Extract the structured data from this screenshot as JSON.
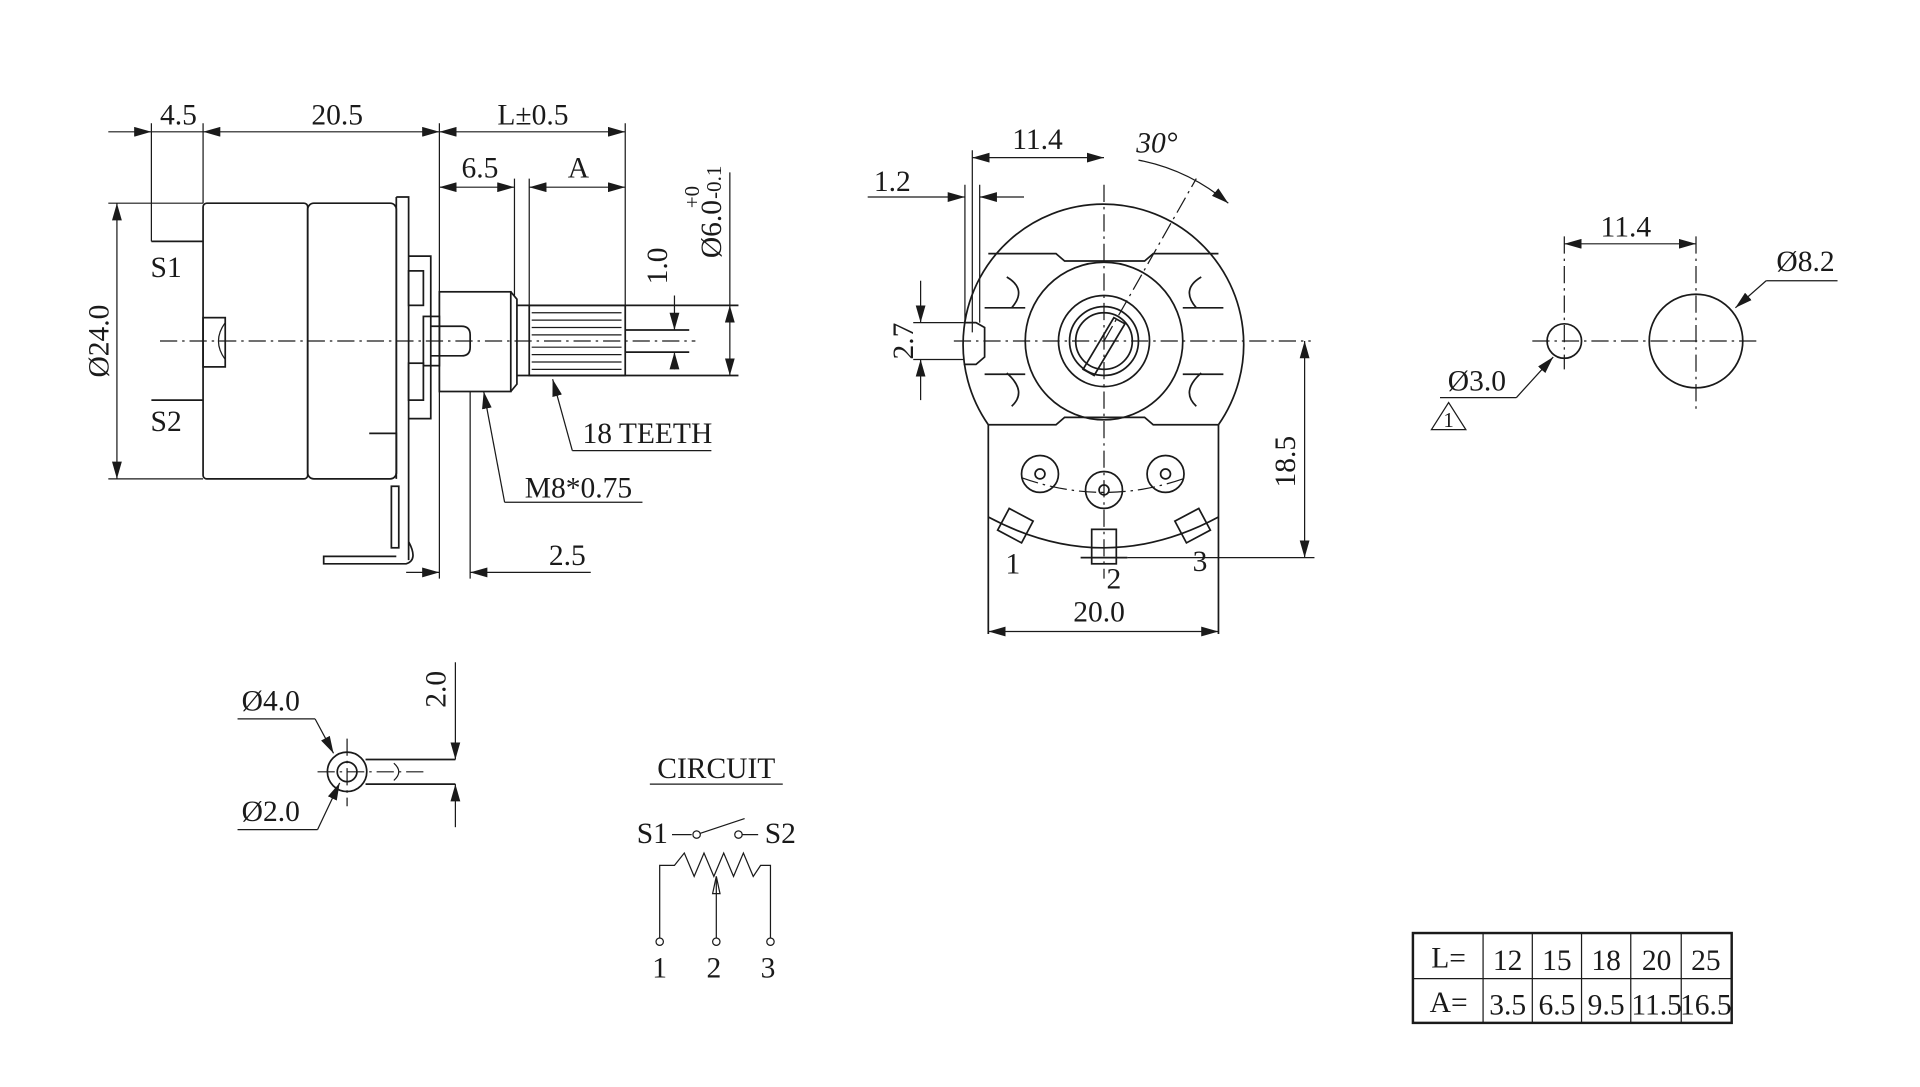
{
  "side_view": {
    "dim_4_5": "4.5",
    "dim_20_5": "20.5",
    "dim_L": "L±0.5",
    "dim_6_5": "6.5",
    "dim_A": "A",
    "dim_dia24": "Ø24.0",
    "dim_1_0": "1.0",
    "dim_dia6": "Ø6.0",
    "dim_dia6_tol_upper": "+0",
    "dim_dia6_tol_lower": "-0.1",
    "label_s1": "S1",
    "label_s2": "S2",
    "teeth": "18 TEETH",
    "thread": "M8*0.75",
    "dim_2_5": "2.5"
  },
  "front_view": {
    "dim_11_4": "11.4",
    "angle": "30°",
    "dim_1_2": "1.2",
    "dim_2_7": "2.7",
    "dim_18_5": "18.5",
    "dim_20_0": "20.0",
    "pin_1": "1",
    "pin_2": "2",
    "pin_3": "3"
  },
  "panel_cutout": {
    "dim_11_4": "11.4",
    "dim_dia8_2": "Ø8.2",
    "dim_dia3_0": "Ø3.0",
    "note_mark": "1"
  },
  "lug_detail": {
    "dim_dia4": "Ø4.0",
    "dim_dia2": "Ø2.0",
    "dim_2_0": "2.0"
  },
  "circuit": {
    "title": "CIRCUIT",
    "s1": "S1",
    "s2": "S2",
    "pins": [
      "1",
      "2",
      "3"
    ]
  },
  "length_table": {
    "row_L": {
      "label": "L=",
      "values": [
        "12",
        "15",
        "18",
        "20",
        "25"
      ]
    },
    "row_A": {
      "label": "A=",
      "values": [
        "3.5",
        "6.5",
        "9.5",
        "11.5",
        "16.5"
      ]
    }
  }
}
